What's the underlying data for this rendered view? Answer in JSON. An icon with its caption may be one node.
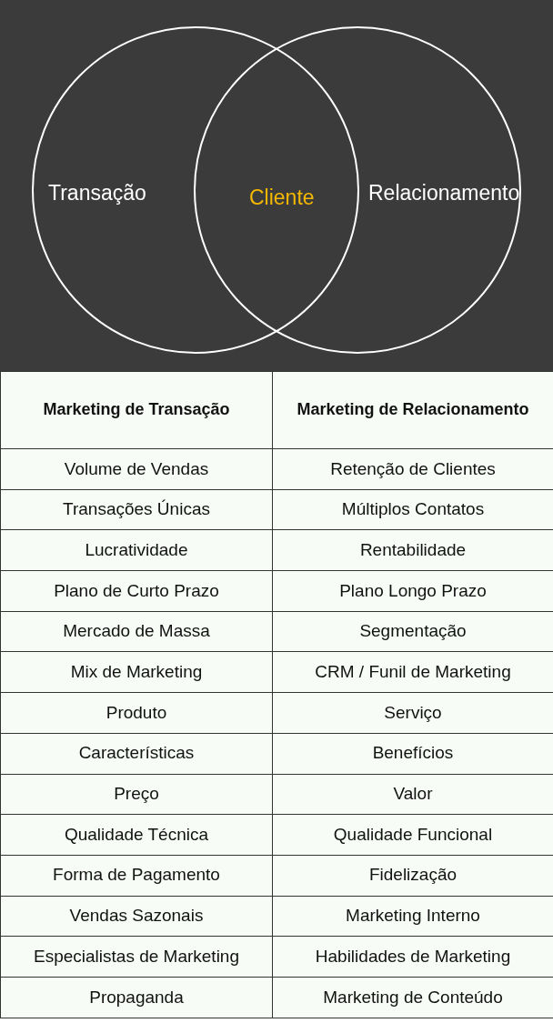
{
  "diagram": {
    "nodes": [
      {
        "text": [
          "Transação"
        ]
      },
      {
        "text": [
          "Relacionamento"
        ]
      }
    ],
    "labels": [
      "Cliente",
      "Marketing de Transação",
      "Marketing de Relacionamento",
      "Volume de Vendas",
      "Retenção de Clientes",
      "Transações Únicas",
      "Múltiplos Contatos",
      "Lucratividade",
      "Rentabilidade",
      "Plano de Curto Prazo",
      "Plano Longo Prazo",
      "Mercado de Massa",
      "Segmentação",
      "Mix de Marketing",
      "CRM / Funil de Marketing",
      "Produto",
      "Serviço",
      "Características",
      "Benefícios",
      "Preço",
      "Valor",
      "Qualidade Técnica",
      "Qualidade Funcional",
      "Forma de Pagamento",
      "Fidelização",
      "Vendas Sazonais",
      "Marketing Interno",
      "Especialistas de Marketing",
      "Habilidades de Marketing",
      "Propaganda",
      "Marketing de Conteúdo"
    ]
  }
}
